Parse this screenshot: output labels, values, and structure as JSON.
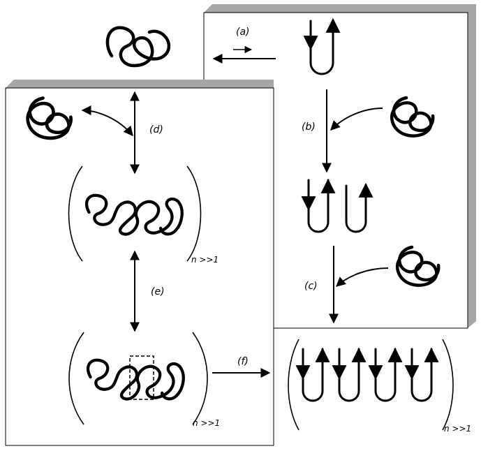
{
  "labels": {
    "a": "(a)",
    "b": "(b)",
    "c": "(c)",
    "d": "(d)",
    "e": "(e)",
    "f": "(f)"
  },
  "subscript": "n >>1",
  "colors": {
    "panel": "#ffffff",
    "panel_shadow": "#a6a6a6",
    "ink": "#000000"
  }
}
